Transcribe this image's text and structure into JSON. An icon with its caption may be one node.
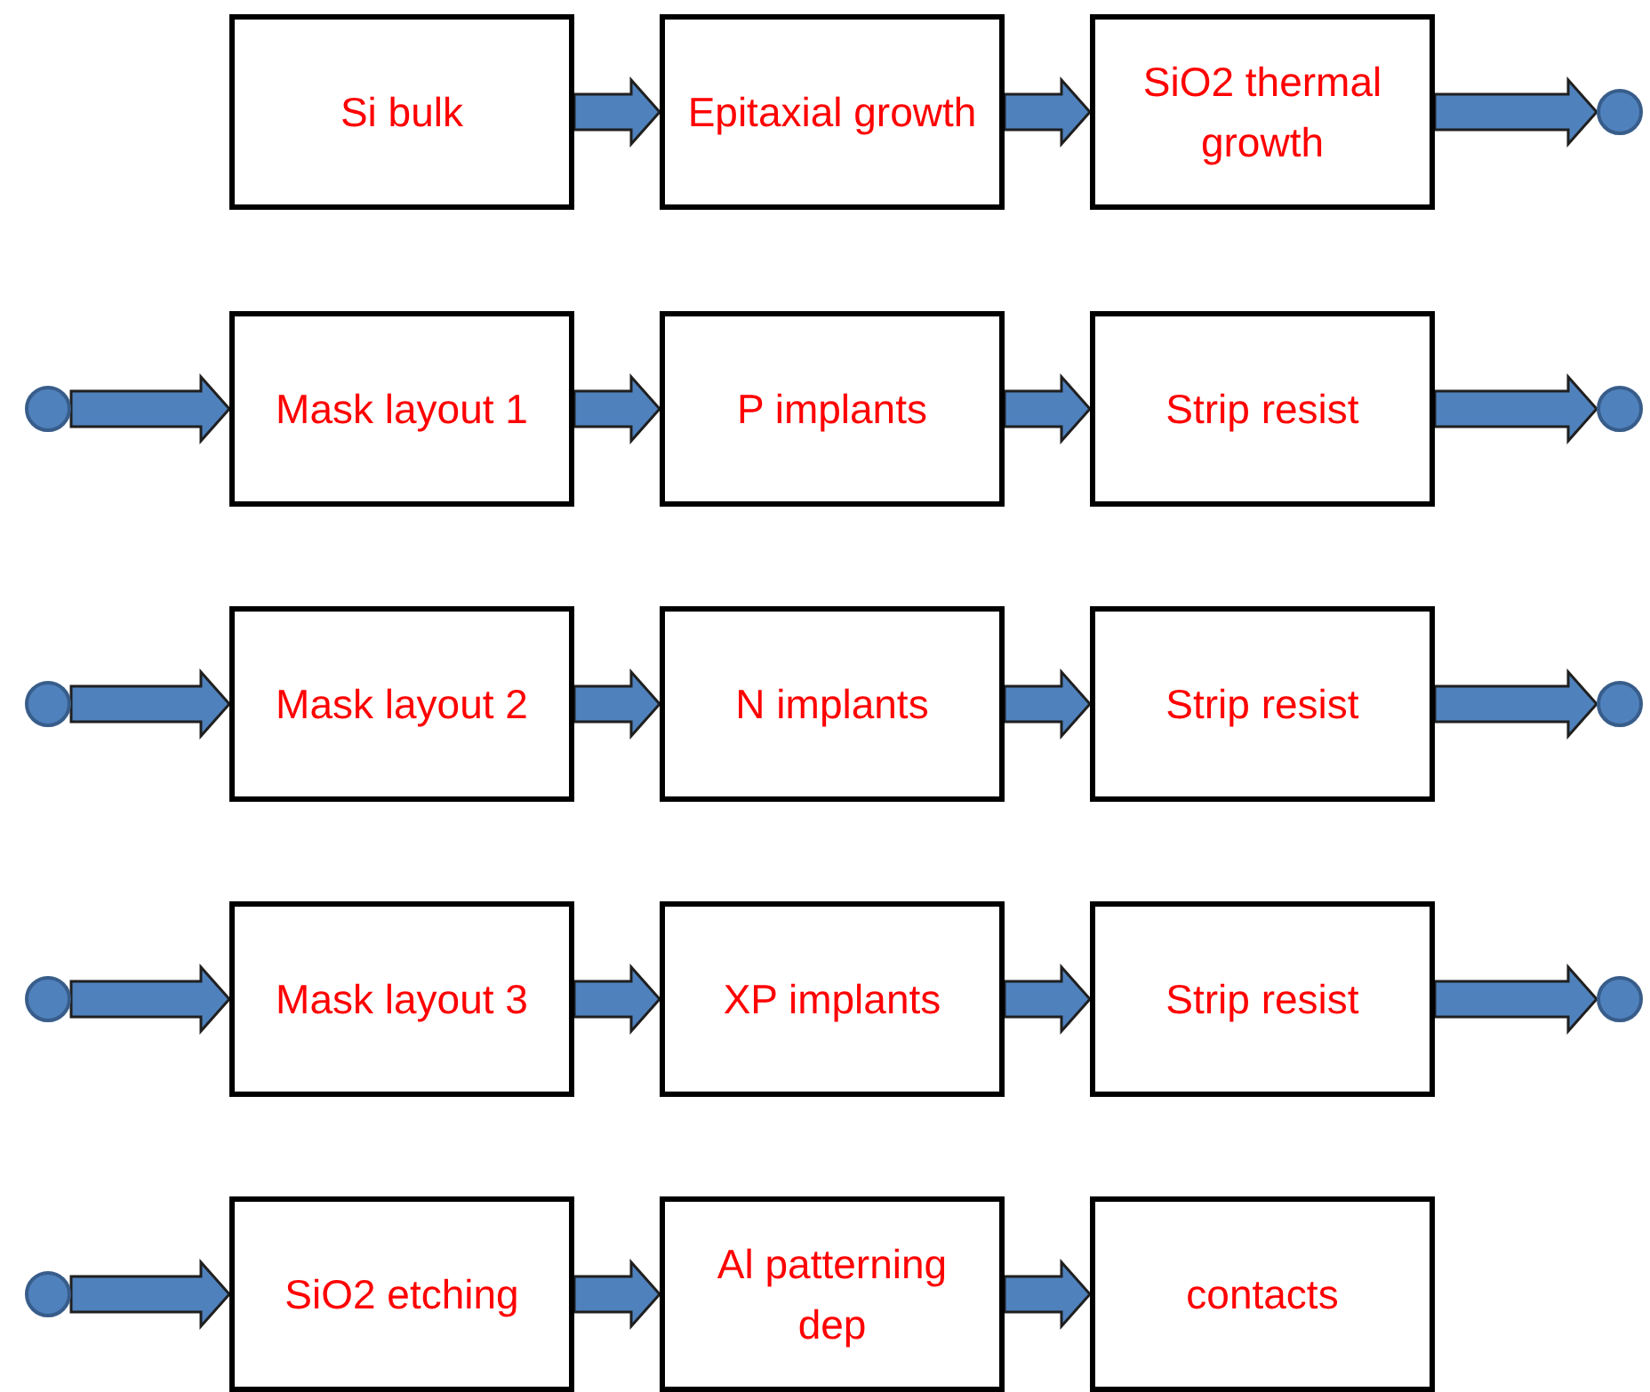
{
  "diagram": {
    "nodes": [
      {
        "text": [
          "Si bulk"
        ]
      },
      {
        "text": [
          "Epitaxial growth"
        ]
      },
      {
        "text": [
          "SiO2 thermal growth"
        ]
      },
      {
        "text": [],
        "shape": "circle"
      },
      {
        "text": [],
        "shape": "circle"
      },
      {
        "text": [
          "Mask layout 1"
        ]
      },
      {
        "text": [
          "P implants"
        ]
      },
      {
        "text": [
          "Strip resist"
        ]
      },
      {
        "text": [],
        "shape": "circle"
      },
      {
        "text": [],
        "shape": "circle"
      },
      {
        "text": [
          "Mask layout 2"
        ]
      },
      {
        "text": [
          "N implants"
        ]
      },
      {
        "text": [
          "Strip resist"
        ]
      },
      {
        "text": [],
        "shape": "circle"
      },
      {
        "text": [],
        "shape": "circle"
      },
      {
        "text": [
          "Mask layout 3"
        ]
      },
      {
        "text": [
          "XP implants"
        ]
      },
      {
        "text": [
          "Strip resist"
        ]
      },
      {
        "text": [],
        "shape": "circle"
      },
      {
        "text": [],
        "shape": "circle"
      },
      {
        "text": [
          "SiO2 etching"
        ]
      },
      {
        "text": [
          "Al patterning dep"
        ]
      },
      {
        "text": [
          "contacts"
        ]
      }
    ],
    "edges": [
      {
        "from": 0,
        "to": 1,
        "arrow": "to"
      },
      {
        "from": 1,
        "to": 2,
        "arrow": "to"
      },
      {
        "from": 2,
        "to": 3,
        "arrow": "to"
      },
      {
        "from": 4,
        "to": 5,
        "arrow": "to"
      },
      {
        "from": 5,
        "to": 6,
        "arrow": "to"
      },
      {
        "from": 6,
        "to": 7,
        "arrow": "to"
      },
      {
        "from": 7,
        "to": 8,
        "arrow": "to"
      },
      {
        "from": 9,
        "to": 10,
        "arrow": "to"
      },
      {
        "from": 10,
        "to": 11,
        "arrow": "to"
      },
      {
        "from": 11,
        "to": 12,
        "arrow": "to"
      },
      {
        "from": 12,
        "to": 13,
        "arrow": "to"
      },
      {
        "from": 14,
        "to": 15,
        "arrow": "to"
      },
      {
        "from": 15,
        "to": 16,
        "arrow": "to"
      },
      {
        "from": 16,
        "to": 17,
        "arrow": "to"
      },
      {
        "from": 17,
        "to": 18,
        "arrow": "to"
      },
      {
        "from": 19,
        "to": 20,
        "arrow": "to"
      },
      {
        "from": 20,
        "to": 21,
        "arrow": "to"
      },
      {
        "from": 21,
        "to": 22,
        "arrow": "to"
      }
    ]
  }
}
